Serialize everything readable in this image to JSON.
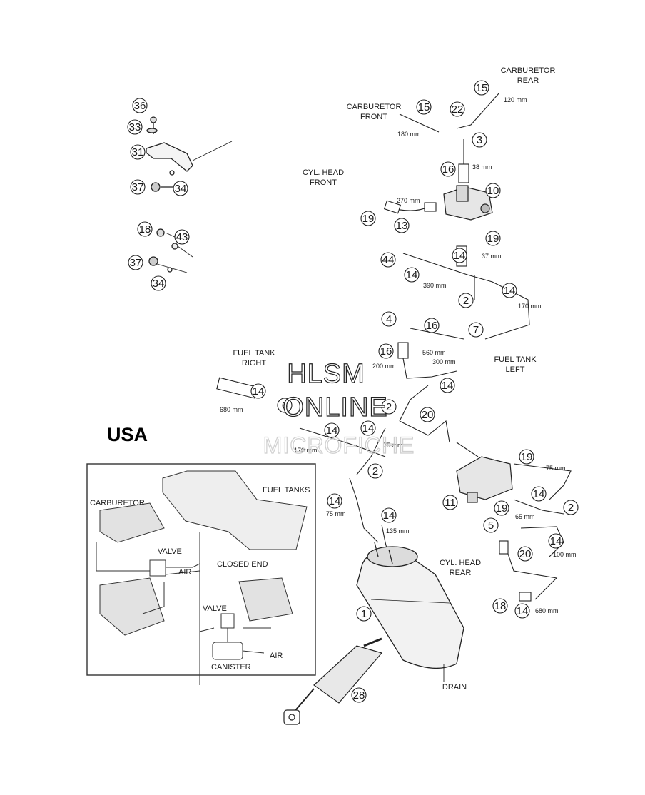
{
  "region_label": "USA",
  "watermark": {
    "line1": "HLSM",
    "line2": "ONLINE",
    "line3": "MICROFICHE"
  },
  "labels": {
    "carb_rear_1": "CARBURETOR",
    "carb_rear_2": "REAR",
    "carb_front_1": "CARBURETOR",
    "carb_front_2": "FRONT",
    "cyl_front_1": "CYL. HEAD",
    "cyl_front_2": "FRONT",
    "tank_right_1": "FUEL TANK",
    "tank_right_2": "RIGHT",
    "tank_left_1": "FUEL TANK",
    "tank_left_2": "LEFT",
    "cyl_rear_1": "CYL. HEAD",
    "cyl_rear_2": "REAR",
    "drain": "DRAIN"
  },
  "dimensions": {
    "d120": "120 mm",
    "d180": "180 mm",
    "d38": "38 mm",
    "d270": "270 mm",
    "d37": "37 mm",
    "d390": "390 mm",
    "d170a": "170 mm",
    "d560": "560 mm",
    "d300": "300 mm",
    "d200": "200 mm",
    "d680a": "680 mm",
    "d170b": "170 mm",
    "d75a": "75 mm",
    "d75b": "75 mm",
    "d75c": "75 mm",
    "d135": "135 mm",
    "d65": "65 mm",
    "d100": "100 mm",
    "d680b": "680 mm"
  },
  "parts": {
    "p36": "36",
    "p33": "33",
    "p31": "31",
    "p37a": "37",
    "p34a": "34",
    "p18a": "18",
    "p43": "43",
    "p37b": "37",
    "p34b": "34",
    "p15a": "15",
    "p15b": "15",
    "p22": "22",
    "p3": "3",
    "p16a": "16",
    "p10": "10",
    "p19a": "19",
    "p13": "13",
    "p19b": "19",
    "p44": "44",
    "p14a": "14",
    "p14b": "14",
    "p2a": "2",
    "p14c": "14",
    "p4": "4",
    "p16b": "16",
    "p7": "7",
    "p16c": "16",
    "p14d": "14",
    "p6": "6",
    "p2b": "2",
    "p20a": "20",
    "p14e": "14",
    "p14f": "14",
    "p2c": "2",
    "p19c": "19",
    "p14g": "14",
    "p11": "11",
    "p19d": "19",
    "p2d": "2",
    "p14h": "14",
    "p14i": "14",
    "p5": "5",
    "p14j": "14",
    "p20b": "20",
    "p18b": "18",
    "p14k": "14",
    "p1": "1",
    "p28": "28"
  },
  "inset": {
    "fuel_tanks": "FUEL TANKS",
    "carburetor": "CARBURETOR",
    "valve_1": "VALVE",
    "air_1": "AIR",
    "closed_end": "CLOSED END",
    "valve_2": "VALVE",
    "air_2": "AIR",
    "canister": "CANISTER"
  }
}
